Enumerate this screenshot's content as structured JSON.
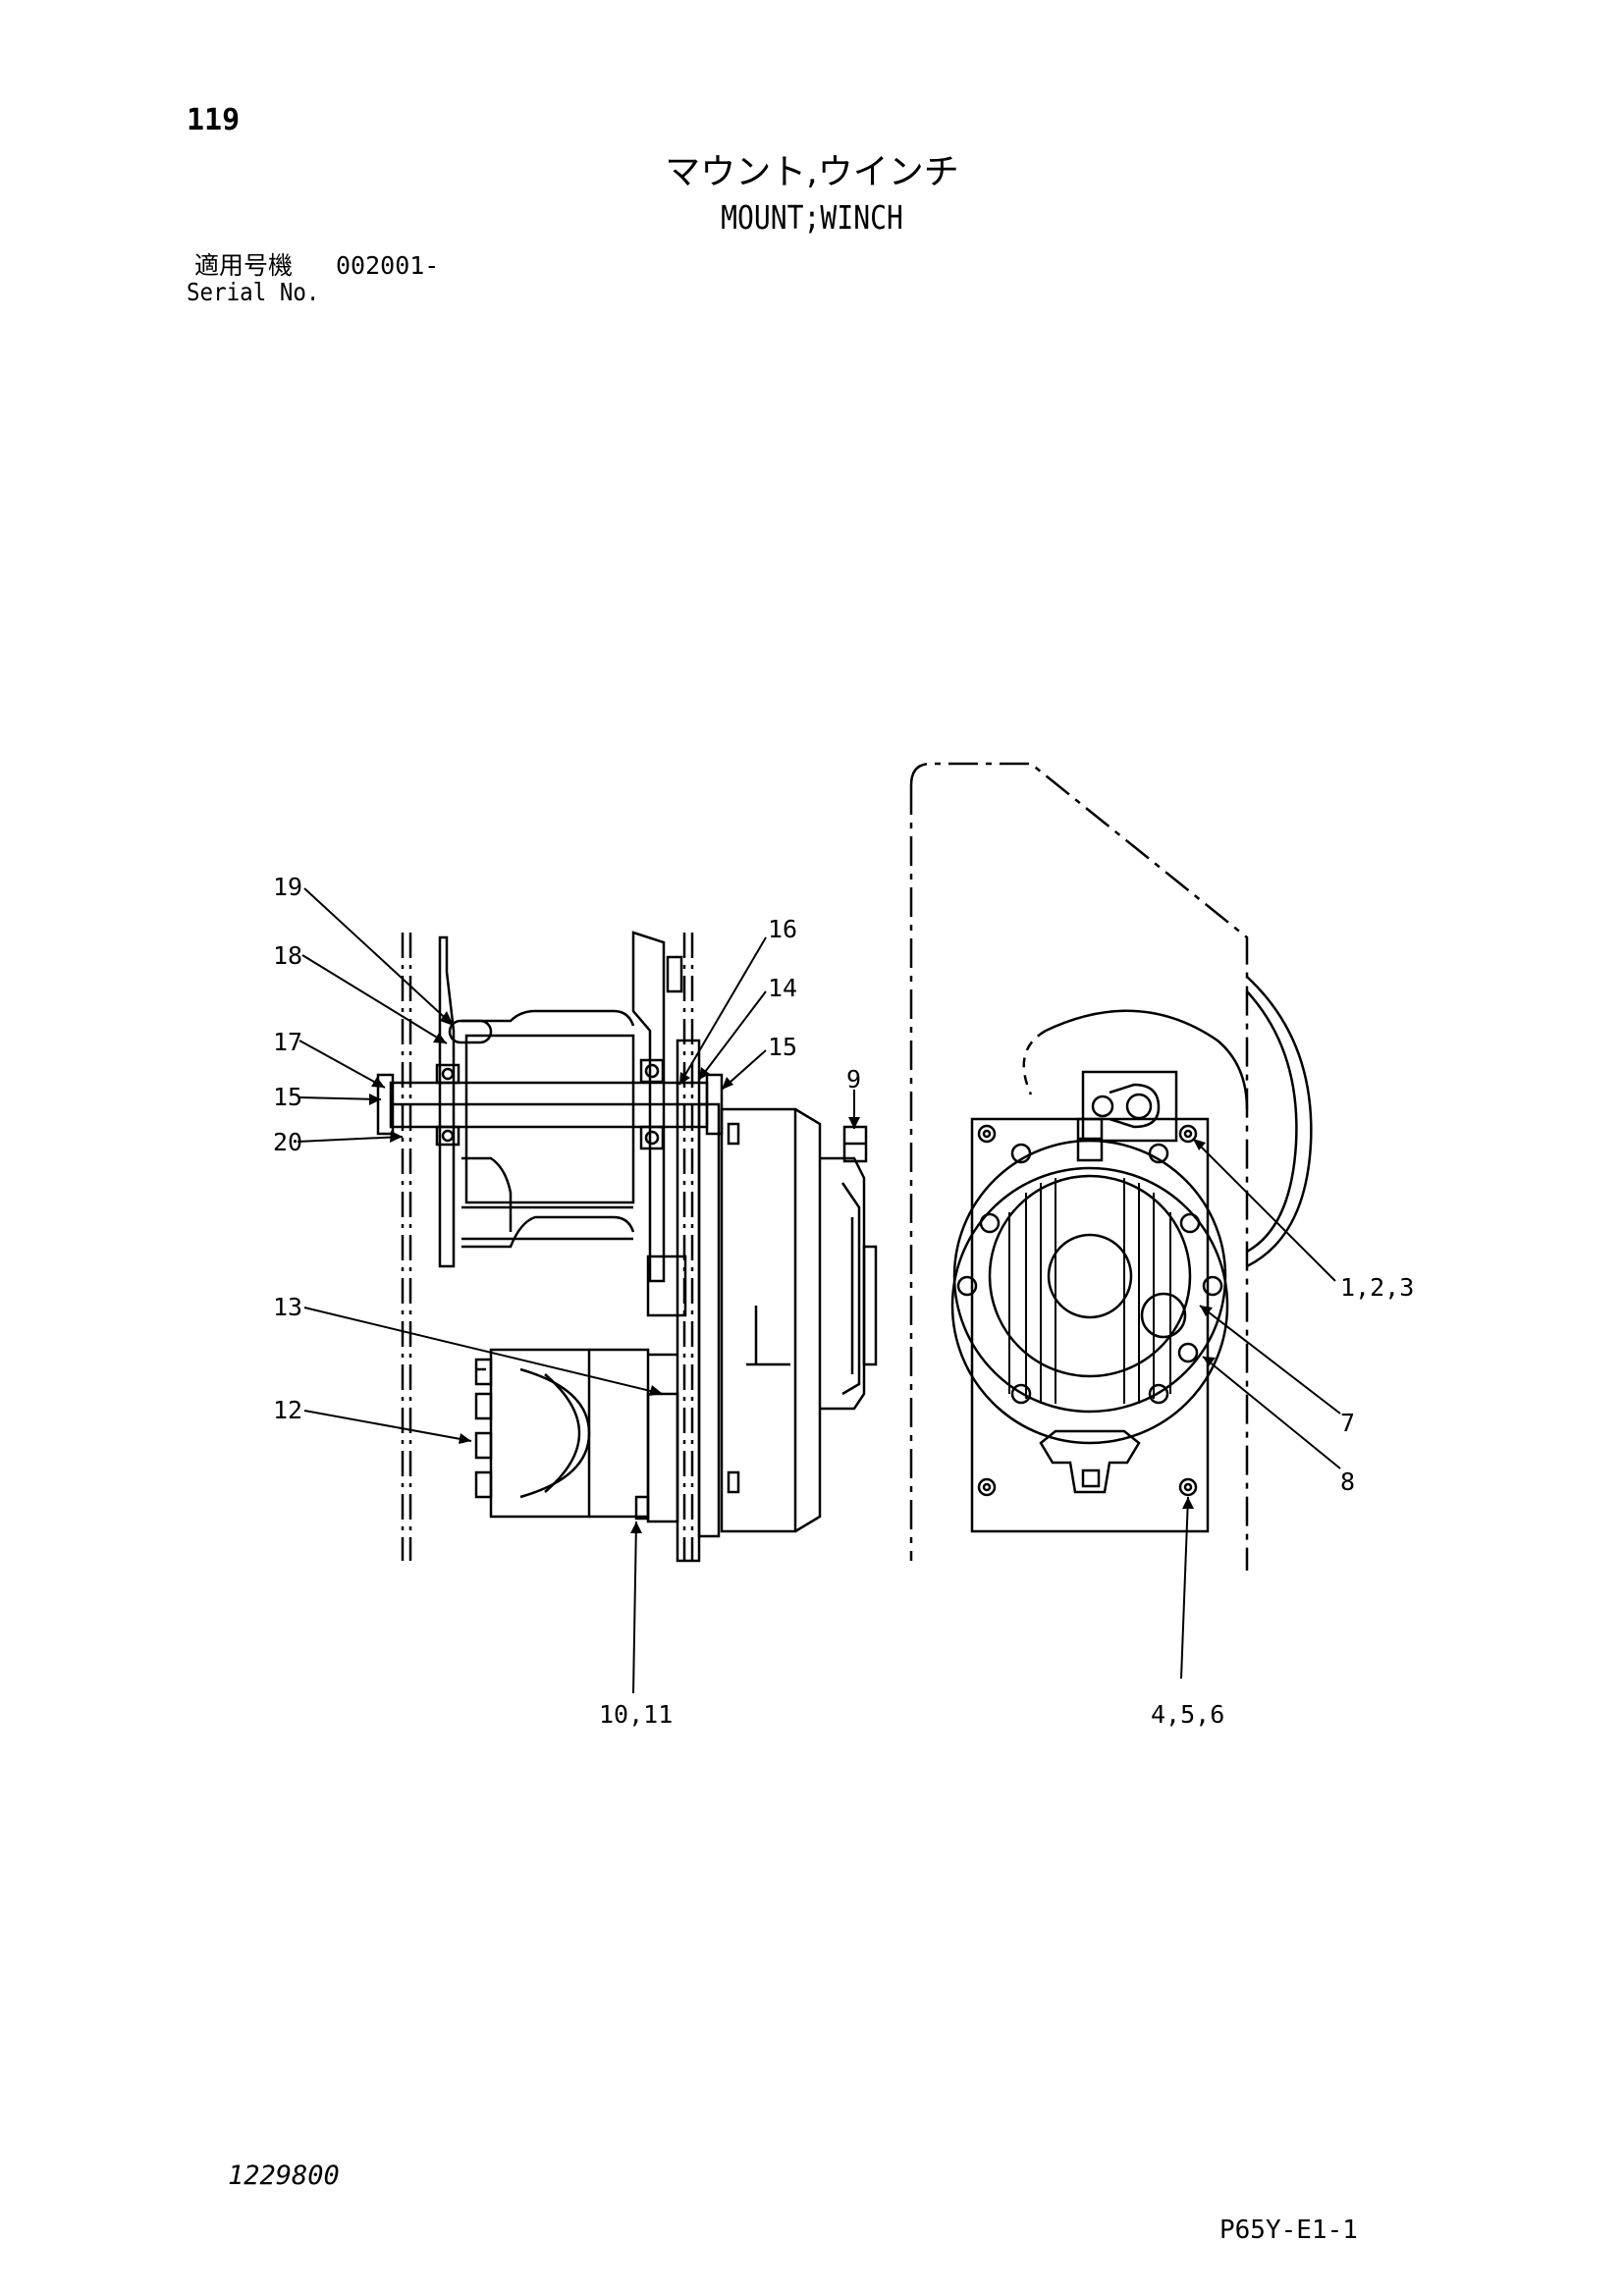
{
  "header": {
    "page_number": "119",
    "title_jp": "マウント,ウインチ",
    "title_en": "MOUNT;WINCH",
    "serial_label_jp": "適用号機",
    "serial_range": "002001-",
    "serial_label_en": "Serial No."
  },
  "callouts": {
    "c19": "19",
    "c18": "18",
    "c17": "17",
    "c15a": "15",
    "c20": "20",
    "c16": "16",
    "c14": "14",
    "c15b": "15",
    "c9": "9",
    "c13": "13",
    "c12": "12",
    "c1011": "10,11",
    "c123": "1,2,3",
    "c7": "7",
    "c8": "8",
    "c456": "4,5,6"
  },
  "footer": {
    "drawing_number": "1229800",
    "page_code": "P65Y-E1-1"
  }
}
